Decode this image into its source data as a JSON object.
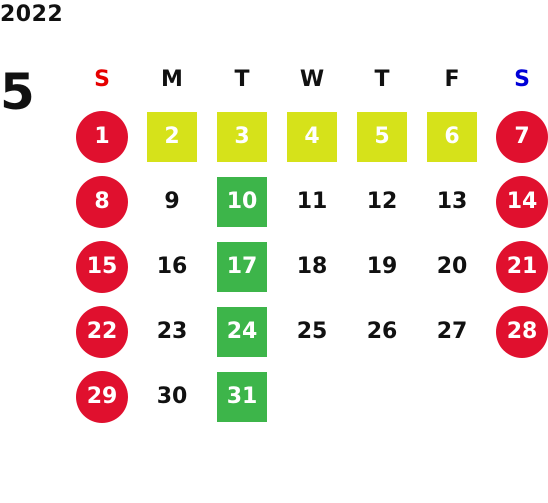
{
  "year": "2022",
  "month": "5",
  "colors": {
    "sunday": "#e60000",
    "saturday": "#0000d8",
    "holiday": "#e0102e",
    "yellow": "#d6e21a",
    "green": "#3db54a"
  },
  "weekdays": [
    "S",
    "M",
    "T",
    "W",
    "T",
    "F",
    "S"
  ],
  "weeks": [
    [
      {
        "d": "1",
        "m": "holiday"
      },
      {
        "d": "2",
        "m": "yellow"
      },
      {
        "d": "3",
        "m": "yellow"
      },
      {
        "d": "4",
        "m": "yellow"
      },
      {
        "d": "5",
        "m": "yellow"
      },
      {
        "d": "6",
        "m": "yellow"
      },
      {
        "d": "7",
        "m": "holiday"
      }
    ],
    [
      {
        "d": "8",
        "m": "holiday"
      },
      {
        "d": "9",
        "m": ""
      },
      {
        "d": "10",
        "m": "green"
      },
      {
        "d": "11",
        "m": ""
      },
      {
        "d": "12",
        "m": ""
      },
      {
        "d": "13",
        "m": ""
      },
      {
        "d": "14",
        "m": "holiday"
      }
    ],
    [
      {
        "d": "15",
        "m": "holiday"
      },
      {
        "d": "16",
        "m": ""
      },
      {
        "d": "17",
        "m": "green"
      },
      {
        "d": "18",
        "m": ""
      },
      {
        "d": "19",
        "m": ""
      },
      {
        "d": "20",
        "m": ""
      },
      {
        "d": "21",
        "m": "holiday"
      }
    ],
    [
      {
        "d": "22",
        "m": "holiday"
      },
      {
        "d": "23",
        "m": ""
      },
      {
        "d": "24",
        "m": "green"
      },
      {
        "d": "25",
        "m": ""
      },
      {
        "d": "26",
        "m": ""
      },
      {
        "d": "27",
        "m": ""
      },
      {
        "d": "28",
        "m": "holiday"
      }
    ],
    [
      {
        "d": "29",
        "m": "holiday"
      },
      {
        "d": "30",
        "m": ""
      },
      {
        "d": "31",
        "m": "green"
      },
      {
        "d": "",
        "m": ""
      },
      {
        "d": "",
        "m": ""
      },
      {
        "d": "",
        "m": ""
      },
      {
        "d": "",
        "m": ""
      }
    ]
  ]
}
